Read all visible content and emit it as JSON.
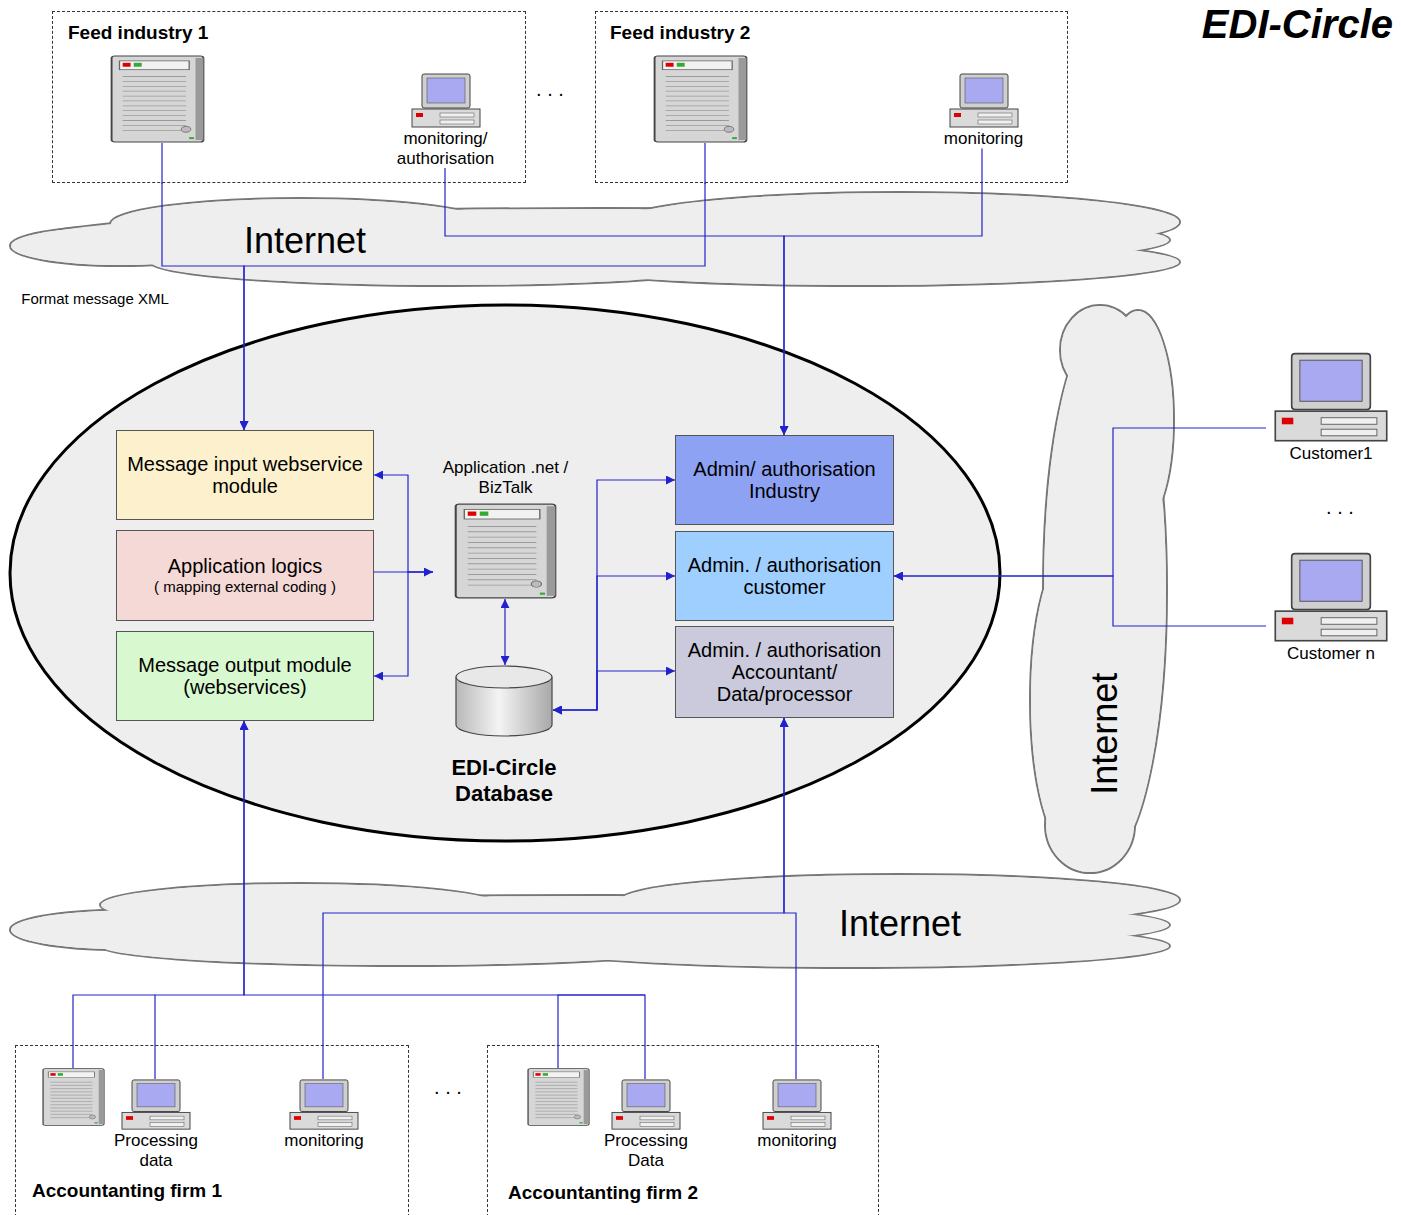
{
  "diagram": {
    "title": "EDI-Circle",
    "nodes": [
      {
        "text": [
          "Feed industry 1"
        ]
      },
      {
        "text": [
          "monitoring/ authorisation"
        ],
        "in": 0
      },
      {
        "text": [
          "Feed industry 2"
        ]
      },
      {
        "text": [
          "monitoring"
        ],
        "in": 2
      },
      {
        "text": [
          "Message input webservice module"
        ]
      },
      {
        "text": [
          "Application logics",
          "( mapping external coding )"
        ]
      },
      {
        "text": [
          "Message output module (webservices)"
        ]
      },
      {
        "text": [
          "Application .net / BizTalk"
        ]
      },
      {
        "text": [
          "EDI-Circle Database"
        ]
      },
      {
        "text": [
          "Admin/ authorisation Industry"
        ]
      },
      {
        "text": [
          "Admin. / authorisation customer"
        ]
      },
      {
        "text": [
          "Admin. / authorisation Accountant/ Data/processor"
        ]
      },
      {
        "text": [
          "Customer1"
        ]
      },
      {
        "text": [
          "Customer n"
        ]
      },
      {
        "text": [
          "Accountanting firm 1"
        ]
      },
      {
        "text": [
          "Processing data"
        ],
        "in": 14
      },
      {
        "text": [
          "monitoring"
        ],
        "in": 14
      },
      {
        "text": [
          "Accountanting firm 2"
        ]
      },
      {
        "text": [
          "Processing Data"
        ],
        "in": 17
      },
      {
        "text": [
          "monitoring"
        ],
        "in": 17
      }
    ],
    "edges": [
      {
        "from": 0,
        "to": 4,
        "arrow": "to"
      },
      {
        "from": 2,
        "to": 4,
        "arrow": "to"
      },
      {
        "from": 1,
        "to": 9,
        "arrow": "to"
      },
      {
        "from": 3,
        "to": 9,
        "arrow": "to"
      },
      {
        "from": 7,
        "to": 4,
        "arrow": "to"
      },
      {
        "from": 5,
        "to": 7,
        "arrow": "to"
      },
      {
        "from": 7,
        "to": 6,
        "arrow": "to"
      },
      {
        "from": 7,
        "to": 8,
        "arrow": "both"
      },
      {
        "from": 8,
        "to": 9,
        "arrow": "both"
      },
      {
        "from": 8,
        "to": 10,
        "arrow": "both"
      },
      {
        "from": 8,
        "to": 11,
        "arrow": "both"
      },
      {
        "from": 12,
        "to": 10,
        "arrow": "to"
      },
      {
        "from": 13,
        "to": 10,
        "arrow": "to"
      },
      {
        "from": 15,
        "to": 6,
        "arrow": "to"
      },
      {
        "from": 18,
        "to": 6,
        "arrow": "to"
      },
      {
        "from": 16,
        "to": 11,
        "arrow": "to"
      },
      {
        "from": 19,
        "to": 11,
        "arrow": "to"
      }
    ],
    "labels": [
      ". . .",
      "Internet",
      "Format message XML",
      ". . .",
      "Internet",
      "Internet",
      ". . ."
    ]
  }
}
